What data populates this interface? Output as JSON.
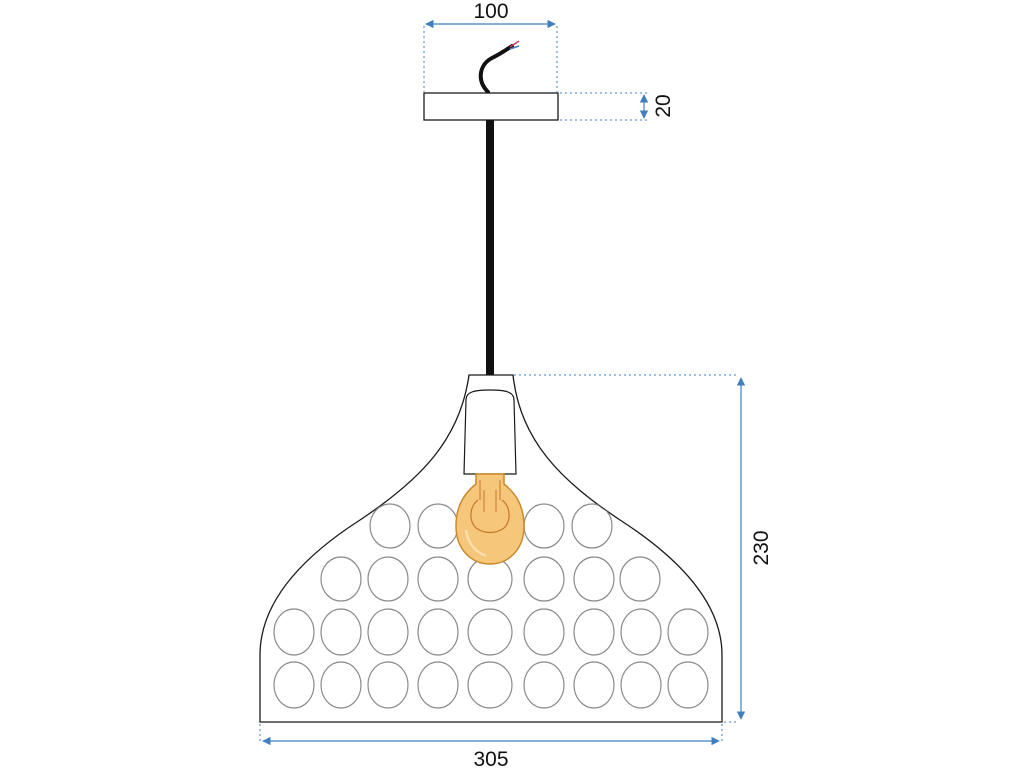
{
  "dimensions": {
    "canopy_width": "100",
    "canopy_height": "20",
    "shade_height": "230",
    "shade_width": "305"
  },
  "colors": {
    "dimension_line": "#3f7fbf",
    "outline": "#1a1a1a",
    "cable": "#111111",
    "bulb_fill": "#f6c77b",
    "bulb_stroke": "#c98a2a",
    "hole_stroke": "#8a8a8a",
    "wire_red": "#d33a5a",
    "wire_blue": "#4a78c8"
  }
}
